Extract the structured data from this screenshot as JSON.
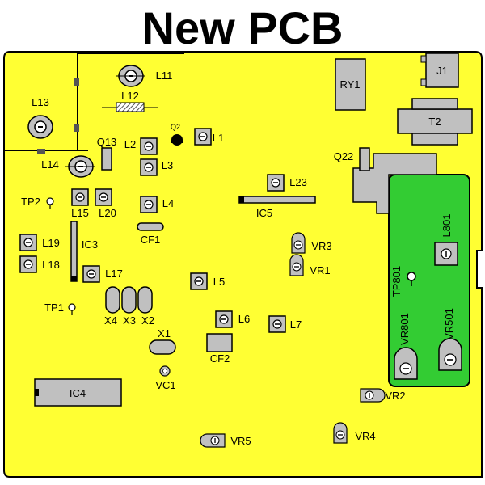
{
  "title": "New PCB",
  "colors": {
    "board": "#ffff33",
    "outline": "#000000",
    "part": "#c0c0c0",
    "subboard": "#33cc33",
    "hatch": "#666666"
  },
  "components": {
    "L1": "L1",
    "L2": "L2",
    "L3": "L3",
    "L4": "L4",
    "L5": "L5",
    "L6": "L6",
    "L7": "L7",
    "L11": "L11",
    "L12": "L12",
    "L13": "L13",
    "L14": "L14",
    "L15": "L15",
    "L17": "L17",
    "L18": "L18",
    "L19": "L19",
    "L20": "L20",
    "L23": "L23",
    "L801": "L801",
    "Q2": "Q2",
    "Q13": "Q13",
    "Q22": "Q22",
    "RY1": "RY1",
    "J1": "J1",
    "T2": "T2",
    "IC3": "IC3",
    "IC4": "IC4",
    "IC5": "IC5",
    "CF1": "CF1",
    "CF2": "CF2",
    "X1": "X1",
    "X2": "X2",
    "X3": "X3",
    "X4": "X4",
    "VC1": "VC1",
    "VR1": "VR1",
    "VR2": "VR2",
    "VR3": "VR3",
    "VR4": "VR4",
    "VR5": "VR5",
    "VR501": "VR501",
    "VR801": "VR801",
    "TP1": "TP1",
    "TP2": "TP2",
    "TP801": "TP801"
  }
}
